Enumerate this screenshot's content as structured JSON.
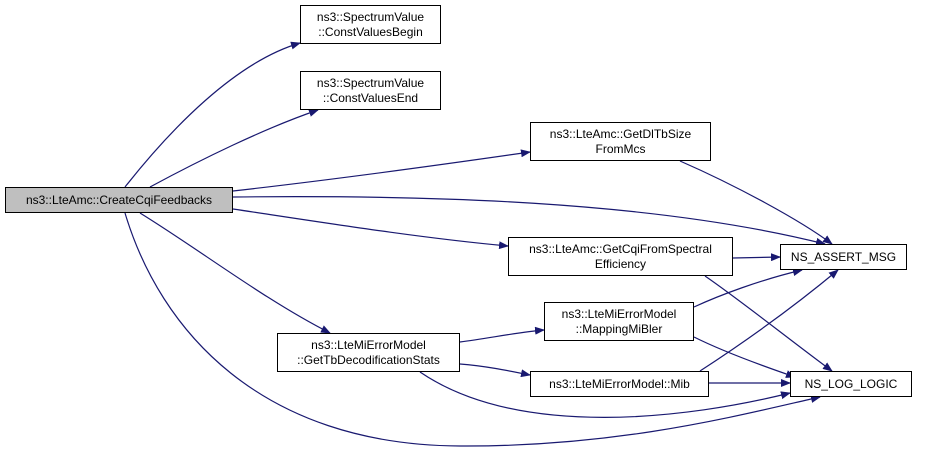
{
  "colors": {
    "edge": "#191970",
    "root_fill": "#bfbfbf",
    "node_fill": "#ffffff",
    "border": "#000000"
  },
  "nodes": {
    "create_cqi_feedbacks": {
      "lines": [
        "ns3::LteAmc::CreateCqiFeedbacks"
      ]
    },
    "const_values_begin": {
      "lines": [
        "ns3::SpectrumValue",
        "::ConstValuesBegin"
      ]
    },
    "const_values_end": {
      "lines": [
        "ns3::SpectrumValue",
        "::ConstValuesEnd"
      ]
    },
    "get_dl_tb_size_from_mcs": {
      "lines": [
        "ns3::LteAmc::GetDlTbSize",
        "FromMcs"
      ]
    },
    "get_cqi_from_spectral_efficiency": {
      "lines": [
        "ns3::LteAmc::GetCqiFromSpectral",
        "Efficiency"
      ]
    },
    "ns_assert_msg": {
      "lines": [
        "NS_ASSERT_MSG"
      ]
    },
    "mapping_mi_bler": {
      "lines": [
        "ns3::LteMiErrorModel",
        "::MappingMiBler"
      ]
    },
    "get_tb_decodification_stats": {
      "lines": [
        "ns3::LteMiErrorModel",
        "::GetTbDecodificationStats"
      ]
    },
    "mib": {
      "lines": [
        "ns3::LteMiErrorModel::Mib"
      ]
    },
    "ns_log_logic": {
      "lines": [
        "NS_LOG_LOGIC"
      ]
    }
  }
}
